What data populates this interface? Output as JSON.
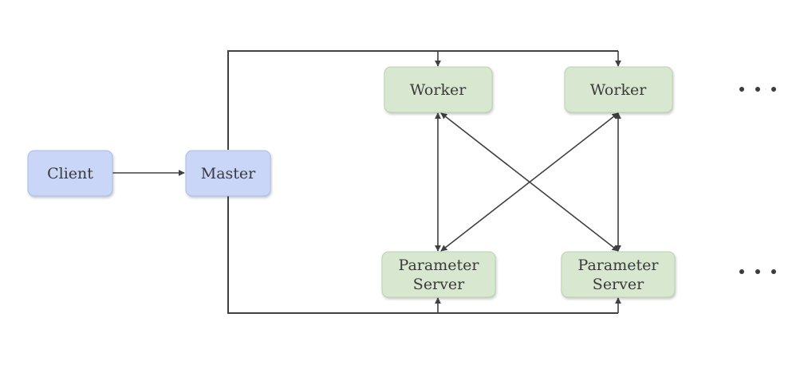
{
  "colors": {
    "client_fill": "#c9d6f8",
    "client_stroke": "#a9bde9",
    "worker_fill": "#d8e8d0",
    "worker_stroke": "#b9d3ad",
    "line": "#404040"
  },
  "nodes": {
    "client": {
      "label": "Client"
    },
    "master": {
      "label": "Master"
    },
    "worker_1": {
      "label": "Worker"
    },
    "worker_2": {
      "label": "Worker"
    },
    "ps_1": {
      "line1": "Parameter",
      "line2": "Server"
    },
    "ps_2": {
      "line1": "Parameter",
      "line2": "Server"
    }
  },
  "ellipsis": {
    "top": "more-workers",
    "bottom": "more-parameter-servers"
  }
}
